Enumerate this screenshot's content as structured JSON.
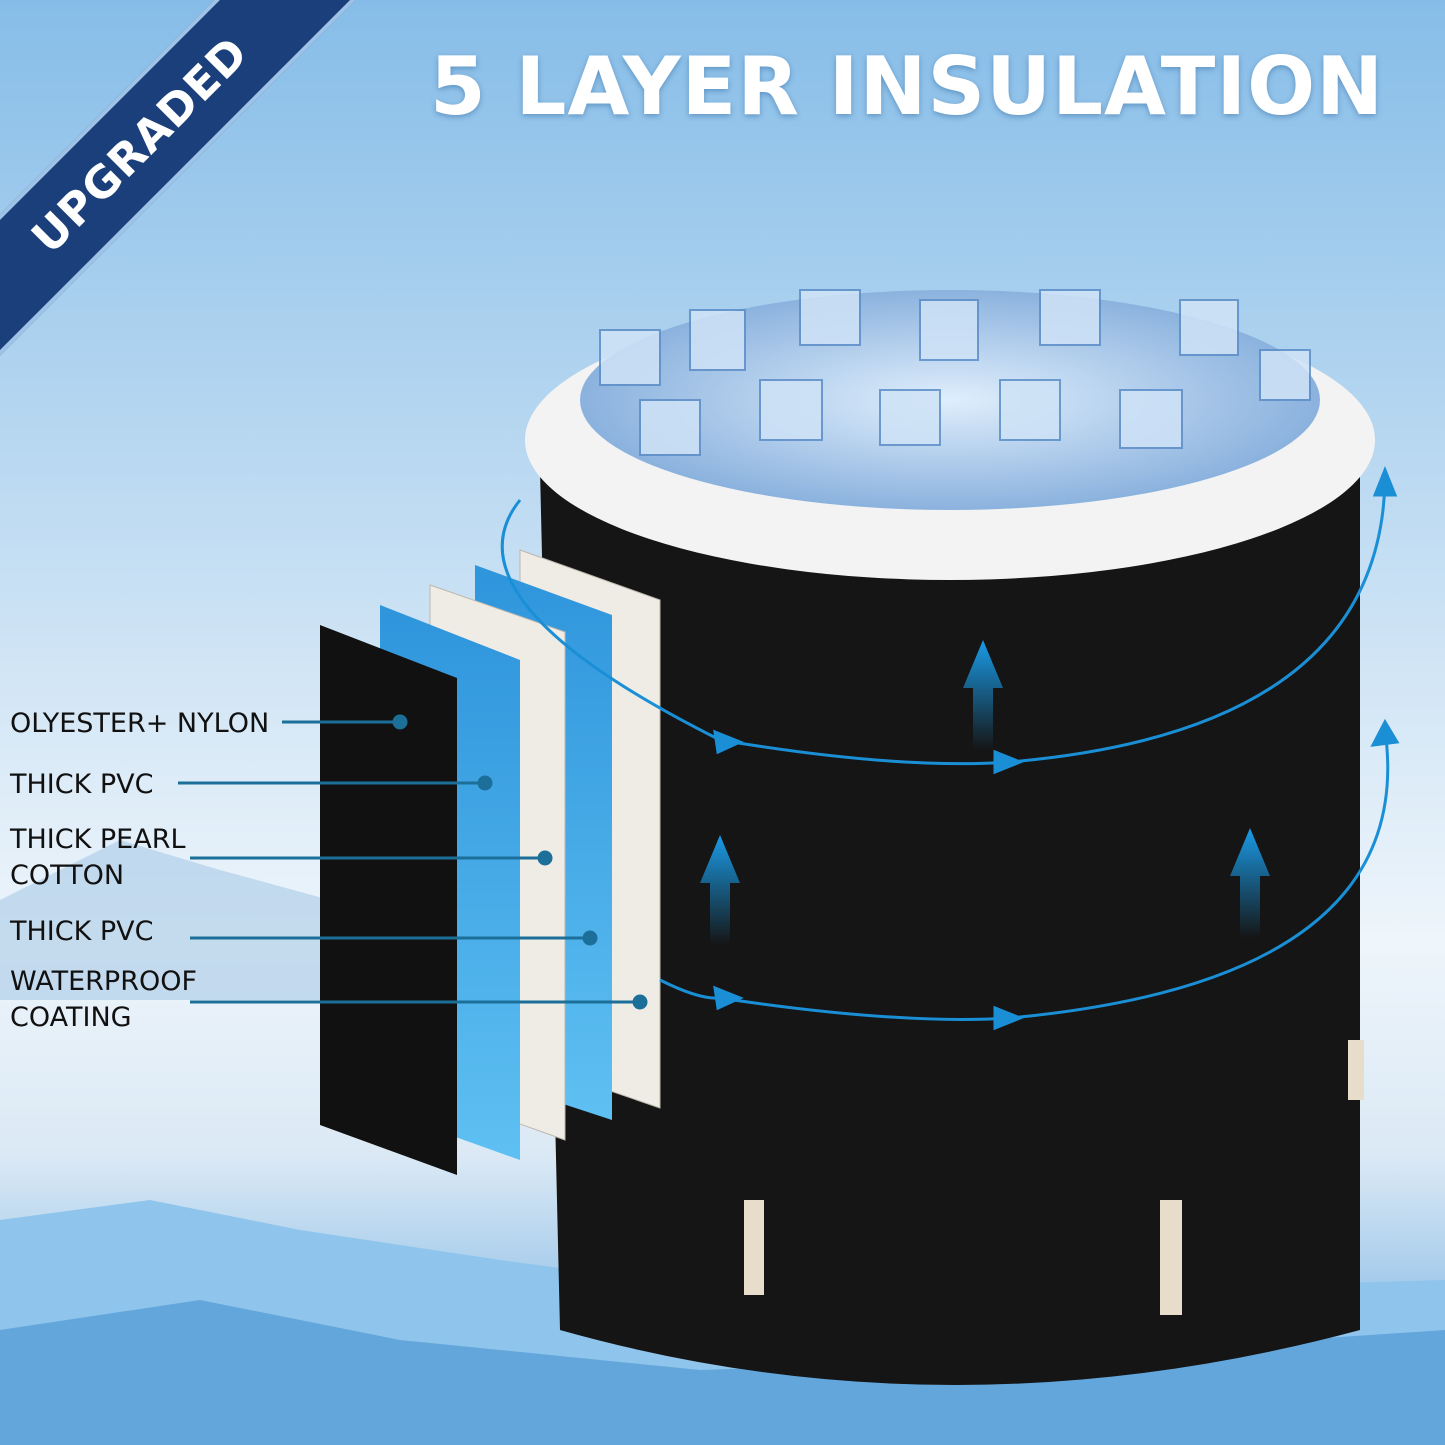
{
  "badge": {
    "text": "UPGRADED",
    "color": "#1b3f7a"
  },
  "headline": "5 LAYER INSULATION",
  "layers": [
    {
      "label": "OLYESTER+ NYLON",
      "color": "#111111"
    },
    {
      "label": "THICK PVC",
      "color": "#3aa3e6"
    },
    {
      "label": "THICK PEARL COTTON",
      "color": "#efece6"
    },
    {
      "label": "THICK PVC",
      "color": "#3aa3e6"
    },
    {
      "label": "WATERPROOF COATING",
      "color": "#efece6"
    }
  ],
  "colors": {
    "accent": "#1a8fd6",
    "tub": "#151515",
    "rim": "#f2f2f2",
    "sky_top": "#7fb8e6"
  }
}
